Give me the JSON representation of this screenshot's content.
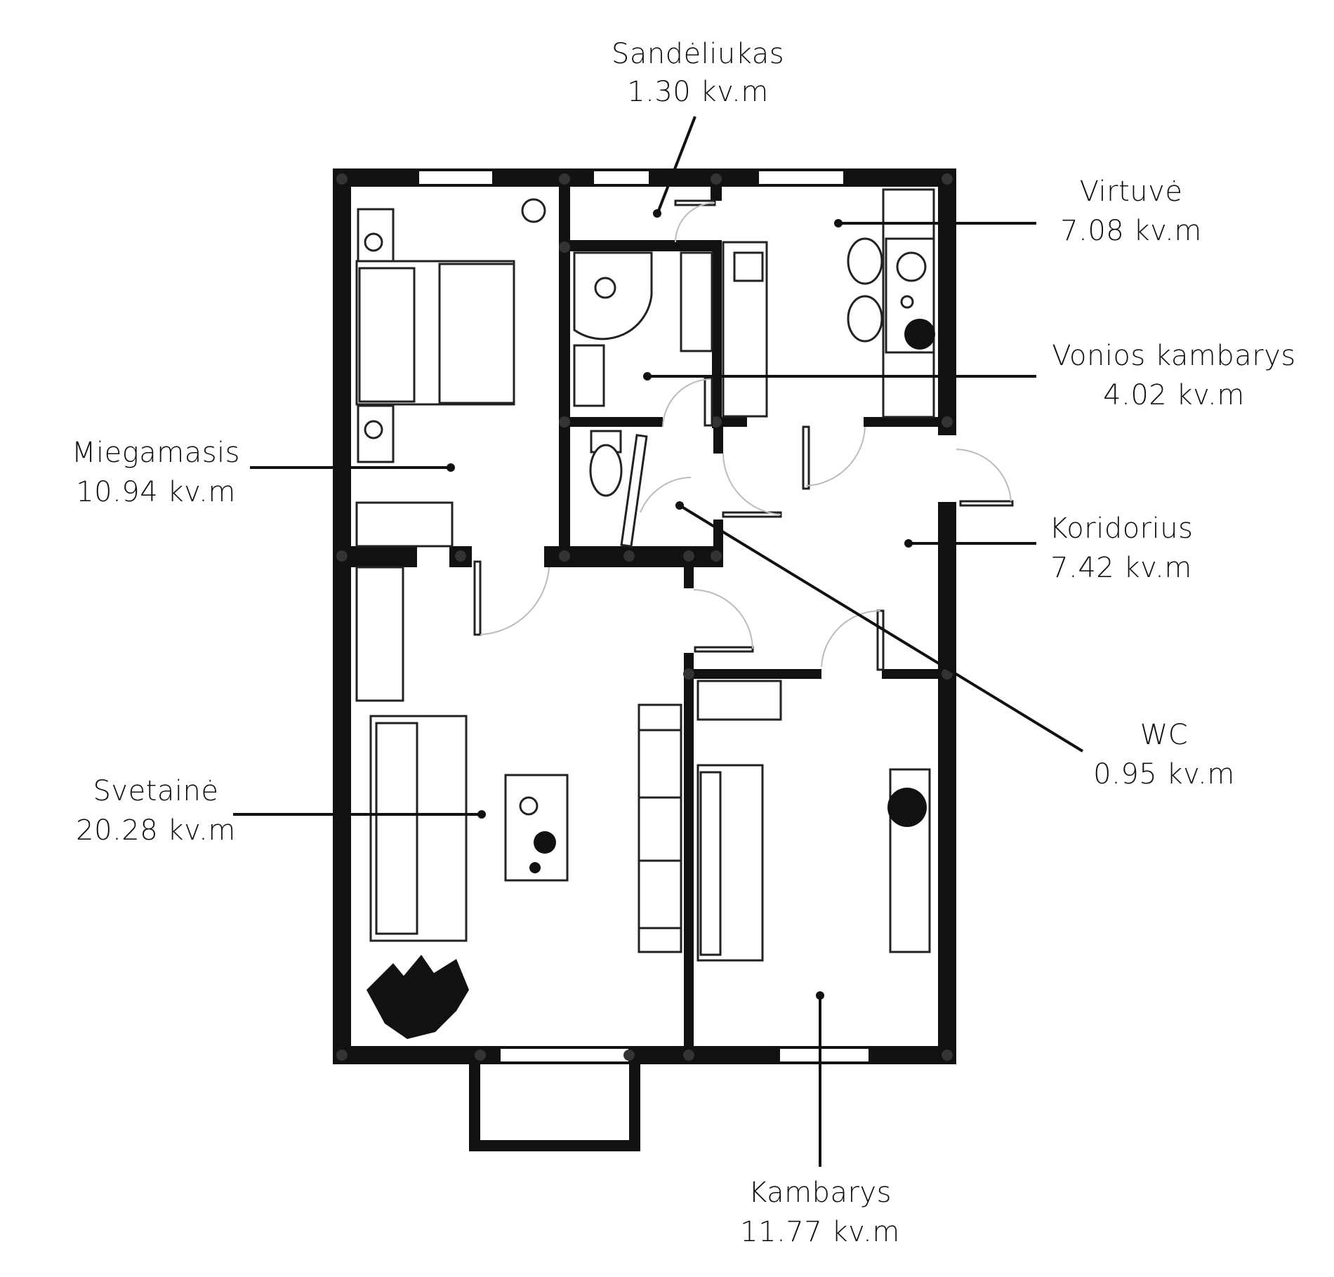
{
  "rooms": [
    {
      "key": "sandeliukas",
      "name": "Sandėliukas",
      "area": "1.30 kv.m"
    },
    {
      "key": "virtuve",
      "name": "Virtuvė",
      "area": "7.08 kv.m"
    },
    {
      "key": "vonios",
      "name": "Vonios kambarys",
      "area": "4.02 kv.m"
    },
    {
      "key": "miegamasis",
      "name": "Miegamasis",
      "area": "10.94 kv.m"
    },
    {
      "key": "koridorius",
      "name": "Koridorius",
      "area": "7.42 kv.m"
    },
    {
      "key": "wc",
      "name": "WC",
      "area": "0.95 kv.m"
    },
    {
      "key": "svetaine",
      "name": "Svetainė",
      "area": "20.28 kv.m"
    },
    {
      "key": "kambarys",
      "name": "Kambarys",
      "area": "11.77 kv.m"
    }
  ]
}
